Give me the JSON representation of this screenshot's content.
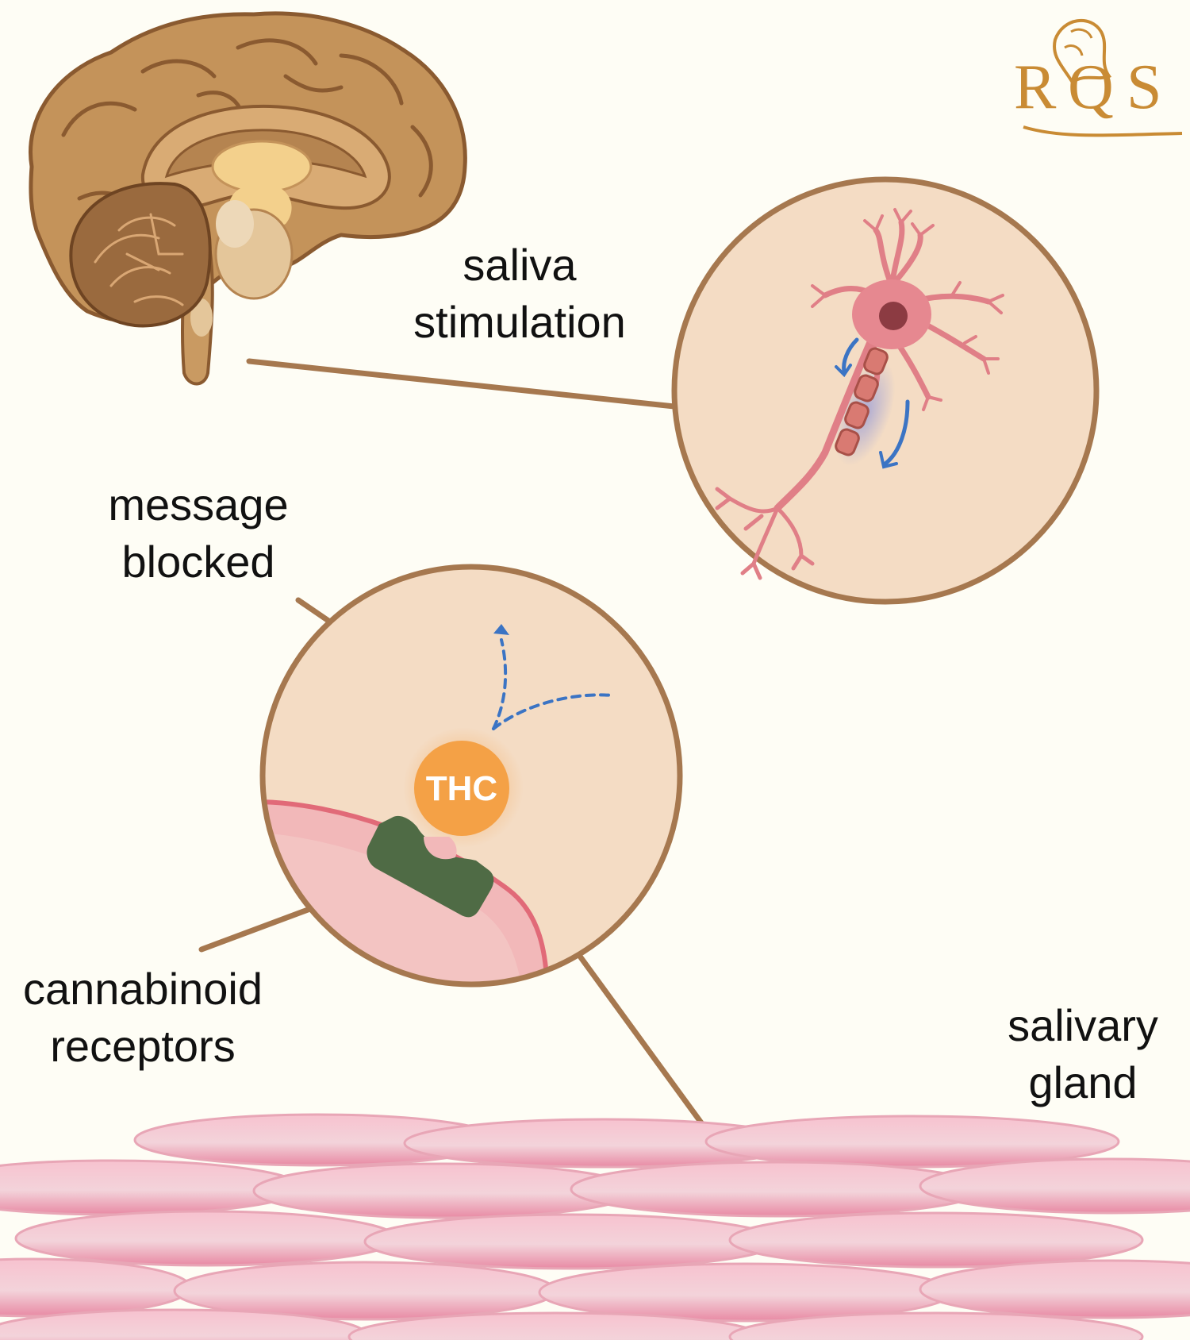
{
  "brand": {
    "logo_text": "RQS"
  },
  "labels": {
    "saliva_stimulation": [
      "saliva",
      "stimulation"
    ],
    "message_blocked": [
      "message",
      "blocked"
    ],
    "cannabinoid_receptors": [
      "cannabinoid",
      "receptors"
    ],
    "salivary_gland": [
      "salivary",
      "gland"
    ]
  },
  "molecule": {
    "name": "THC"
  },
  "colors": {
    "background": "#fefdf5",
    "circle_fill": "#f4dcc4",
    "circle_stroke": "#a6784f",
    "brain": "#c4935a",
    "neuron": "#e07f87",
    "thc": "#f4a146",
    "receptor": "#4f6b45",
    "signal": "#3b74c4",
    "tissue": "#f5bccb",
    "logo": "#c98b34"
  }
}
